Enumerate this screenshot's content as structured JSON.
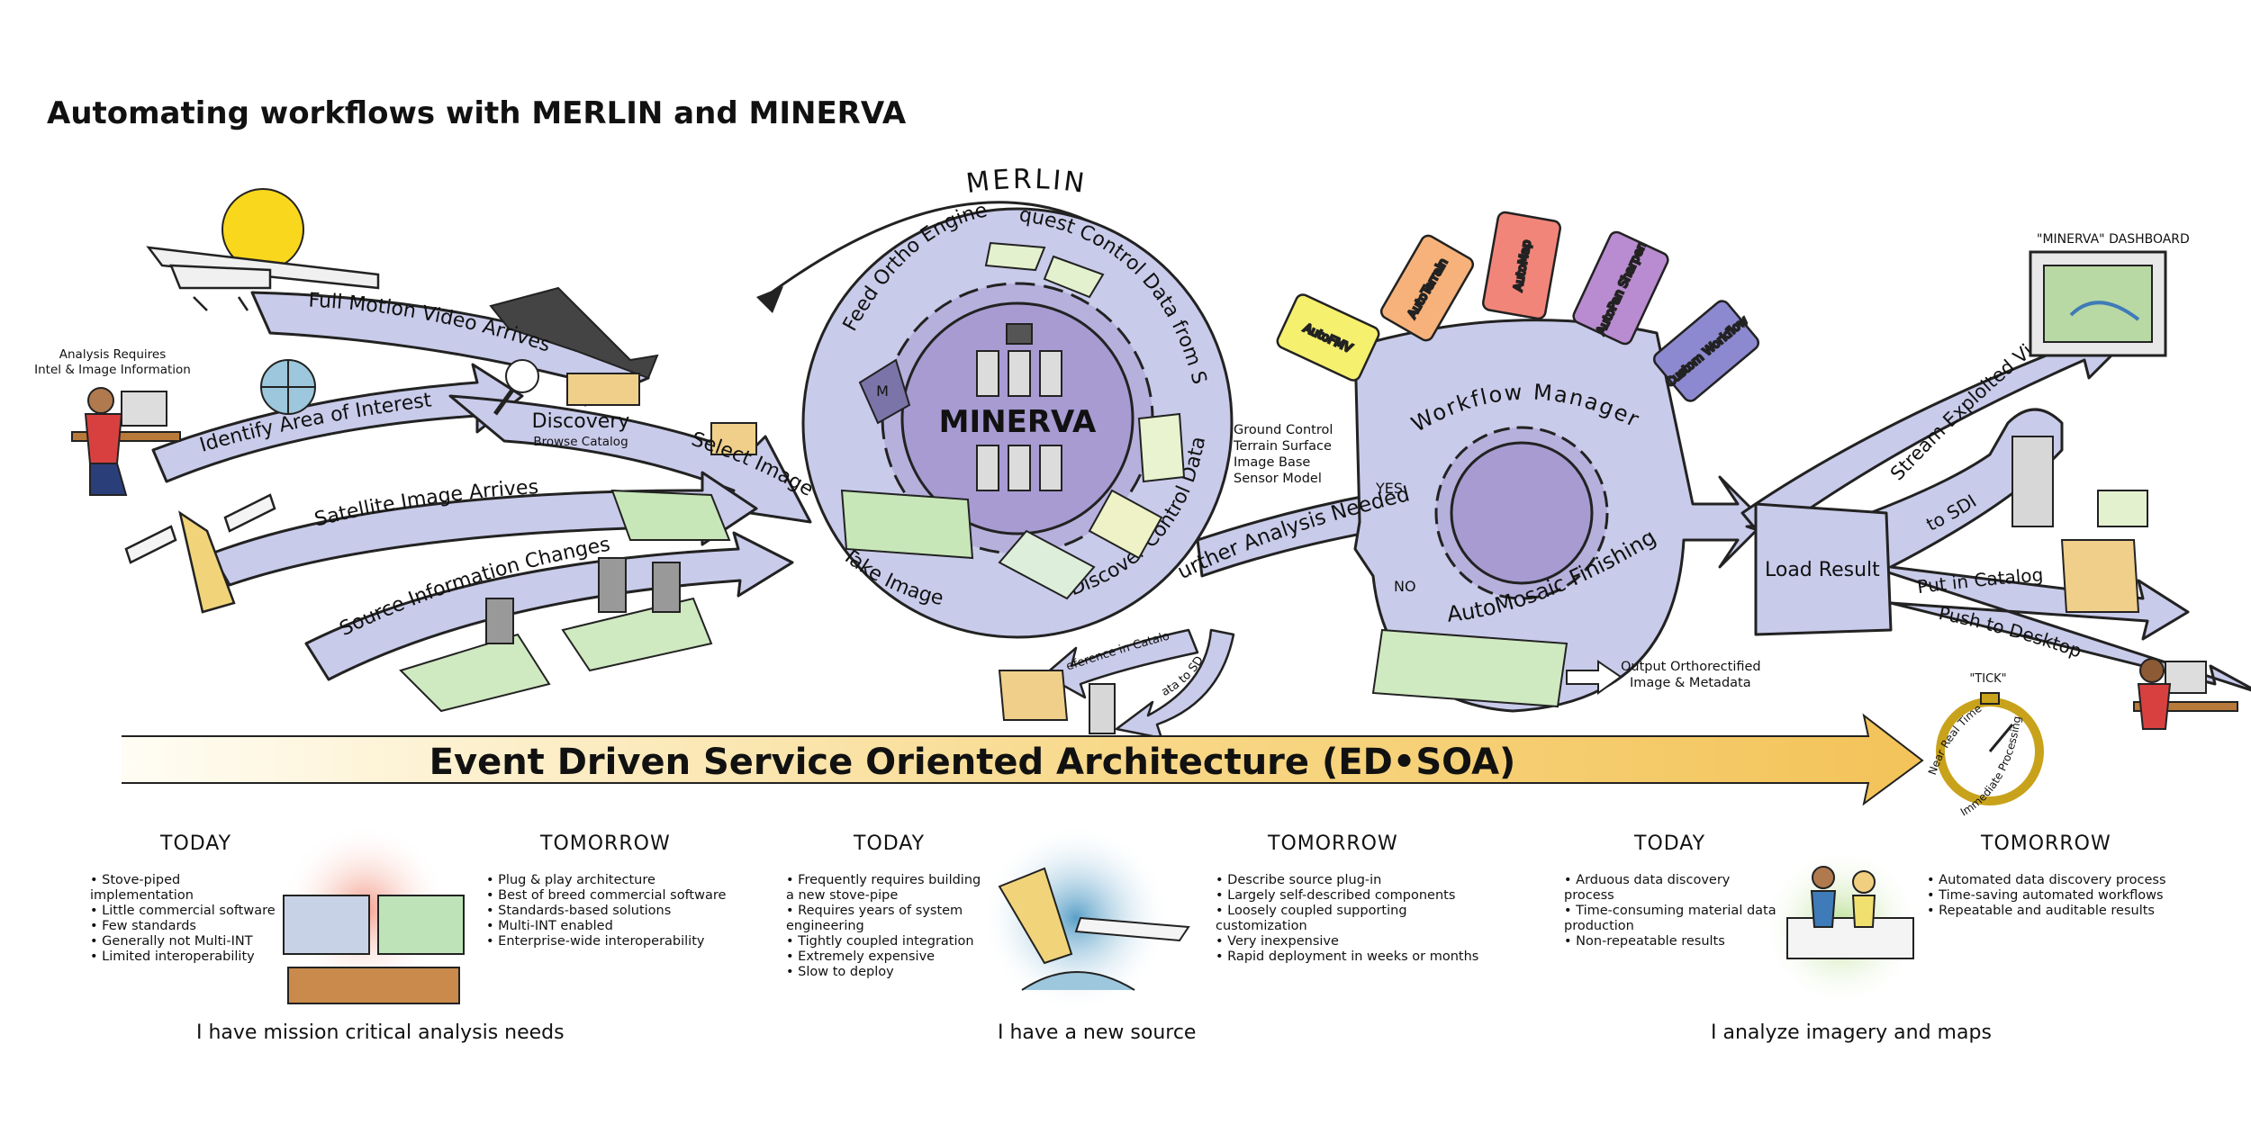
{
  "title": "Automating workflows with MERLIN and MINERVA",
  "merlin": {
    "title": "MERLIN",
    "core": "MINERVA",
    "steps": [
      "Feed Ortho Engine",
      "Request Control Data from SDI",
      "Discover Control Data",
      "Take Image"
    ],
    "ref_catalog": "Reference in Catalog",
    "data_to_sdi": "Data to SDI",
    "control_list": [
      "Ground Control",
      "Terrain Surface",
      "Image Base",
      "Sensor Model"
    ]
  },
  "inputs": {
    "analysis_requires_1": "Analysis Requires",
    "analysis_requires_2": "Intel & Image Information",
    "fmv": "Full Motion Video Arrives",
    "aoi": "Identify Area of Interest",
    "discovery": "Discovery",
    "browse_catalog": "Browse Catalog",
    "select_image": "Select Image",
    "satellite": "Satellite Image Arrives",
    "source_change": "Source Information Changes"
  },
  "workflow": {
    "further": "Further Analysis Needed?",
    "yes": "YES",
    "no": "NO",
    "manager": "Workflow Manager",
    "automosaic": "AutoMosaic Finishing",
    "output_1": "Output Orthorectified",
    "output_2": "Image & Metadata",
    "plugins": [
      "AutoFMV",
      "AutoTerrain",
      "AutoMap",
      "AutoPan Sharpen",
      "Custom Workflow"
    ]
  },
  "outputs": {
    "load_result": "Load Result",
    "stream": "Stream Exploited Video",
    "to_sdi": "to SDI",
    "catalog": "Put in Catalog",
    "desktop": "Push to Desktop",
    "dashboard": "\"MINERVA\" DASHBOARD",
    "tick": "\"TICK\"",
    "near_real_time": "Near Real Time",
    "immediate": "Immediate Processing"
  },
  "soa_banner": "Event Driven Service Oriented Architecture (ED•SOA)",
  "colors": {
    "flow": "#c9cbea",
    "gear": "#a79bd2",
    "banner": "#f6cf6f",
    "sun": "#f9d71c"
  },
  "sections": [
    {
      "today_label": "TODAY",
      "today": [
        "Stove-piped implementation",
        "Little commercial software",
        "Few standards",
        "Generally not Multi-INT",
        "Limited interoperability"
      ],
      "tomorrow_label": "TOMORROW",
      "tomorrow": [
        "Plug & play architecture",
        "Best of breed commercial software",
        "Standards-based solutions",
        "Multi-INT enabled",
        "Enterprise-wide interoperability"
      ],
      "footer": "I have mission critical analysis needs"
    },
    {
      "today_label": "TODAY",
      "today": [
        "Frequently requires building a new stove-pipe",
        "Requires years of system engineering",
        "Tightly coupled integration",
        "Extremely expensive",
        "Slow to deploy"
      ],
      "tomorrow_label": "TOMORROW",
      "tomorrow": [
        "Describe source plug-in",
        "Largely self-described components",
        "Loosely coupled supporting customization",
        "Very inexpensive",
        "Rapid deployment in weeks or months"
      ],
      "footer": "I have a new source"
    },
    {
      "today_label": "TODAY",
      "today": [
        "Arduous data discovery process",
        "Time-consuming material data production",
        "Non-repeatable results"
      ],
      "tomorrow_label": "TOMORROW",
      "tomorrow": [
        "Automated data discovery process",
        "Time-saving automated workflows",
        "Repeatable and auditable results"
      ],
      "footer": "I analyze imagery and maps"
    }
  ]
}
